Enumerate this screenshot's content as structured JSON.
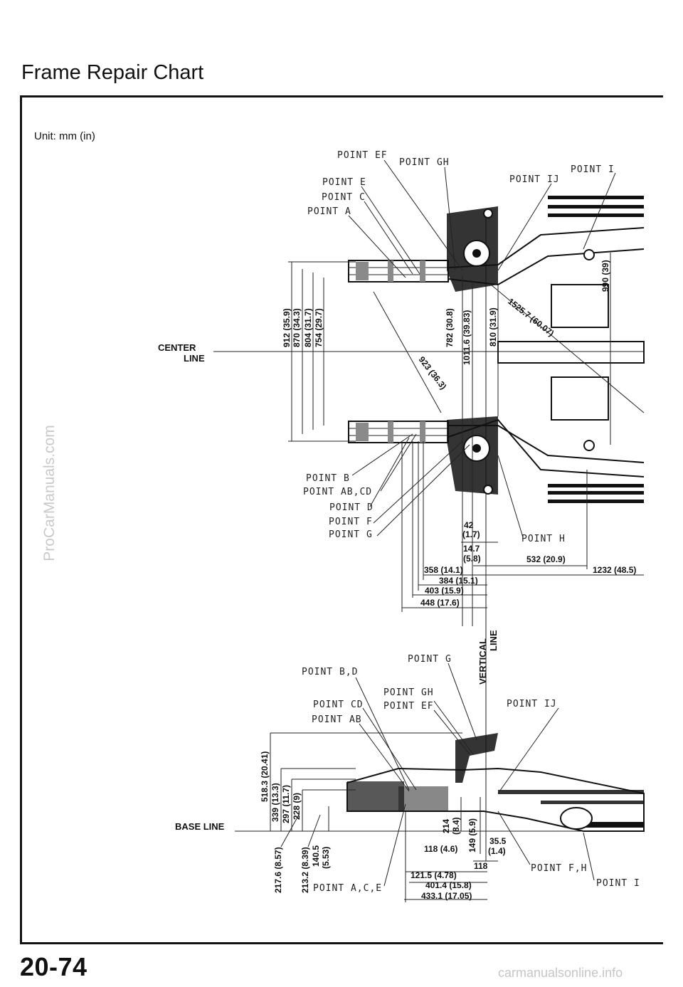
{
  "page": {
    "title": "Frame Repair Chart",
    "unit_note": "Unit: mm (in)",
    "page_number": "20-74",
    "watermark_left": "ProCarManuals.com",
    "watermark_bottom": "carmanualsonline.info"
  },
  "top_view": {
    "point_labels": {
      "ef": "POINT EF",
      "gh": "POINT GH",
      "i": "POINT I",
      "e": "POINT E",
      "ij": "POINT IJ",
      "c": "POINT C",
      "a": "POINT A",
      "b": "POINT B",
      "abcd": "POINT AB,CD",
      "d": "POINT D",
      "f": "POINT F",
      "g": "POINT G",
      "h": "POINT H"
    },
    "center_line": [
      "CENTER",
      "LINE"
    ],
    "dims": {
      "d912": "912 (35.9)",
      "d870": "870 (34.3)",
      "d804": "804 (31.7)",
      "d754": "754 (29.7)",
      "d782": "782 (30.8)",
      "d1011": "1011.6 (39.83)",
      "d810": "810 (31.9)",
      "d990": "990 (39)",
      "d1525": "1525.7 (60.07)",
      "d923": "923 (36.3)",
      "d42a": "42",
      "d42b": "(1.7)",
      "d147a": "14.7",
      "d147b": "(5.8)",
      "d532": "532 (20.9)",
      "d358": "358 (14.1)",
      "d1232": "1232 (48.5)",
      "d384": "384 (15.1)",
      "d403": "403 (15.9)",
      "d448": "448 (17.6)"
    }
  },
  "side_view": {
    "vertical_line": [
      "VERTICAL",
      "LINE"
    ],
    "base_line": "BASE LINE",
    "point_labels": {
      "g": "POINT G",
      "bd": "POINT B,D",
      "gh": "POINT GH",
      "ef": "POINT EF",
      "cd": "POINT CD",
      "ij": "POINT IJ",
      "ab": "POINT AB",
      "fh": "POINT F,H",
      "ace": "POINT A,C,E",
      "i": "POINT I"
    },
    "dims": {
      "d518": "518.3 (20.41)",
      "d339": "339 (13.3)",
      "d297": "297 (11.7)",
      "d228": "228 (9)",
      "d2176": "217.6 (8.57)",
      "d2132": "213.2 (8.39)",
      "d1405a": "140.5",
      "d1405b": "(5.53)",
      "d214a": "214",
      "d214b": "(8.4)",
      "d149": "149 (5.9)",
      "d355a": "35.5",
      "d355b": "(1.4)",
      "d118": "118 (4.6)",
      "d118s": "118",
      "d1215": "121.5 (4.78)",
      "d4014": "401.4 (15.8)",
      "d4331": "433.1 (17.05)"
    }
  }
}
